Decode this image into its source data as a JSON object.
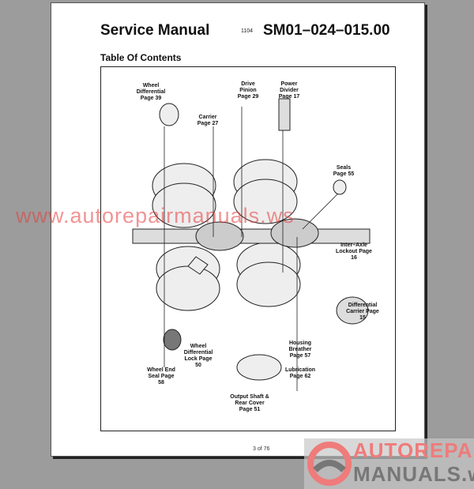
{
  "header": {
    "title": "Service Manual",
    "small_code": "1104",
    "doc_code": "SM01–024–015.00"
  },
  "section_title": "Table Of Contents",
  "labels": {
    "wheel_differential": "Wheel Differential Page 39",
    "carrier": "Carrier Page 27",
    "drive_pinion": "Drive Pinion Page 29",
    "power_divider": "Power Divider Page 17",
    "seals": "Seals Page 55",
    "inter_axle_lockout": "Inter–Axle Lockout Page 16",
    "differential_carrier": "Differential Carrier Page 15",
    "housing_breather": "Housing Breather Page 57",
    "lubrication": "Lubrication Page 62",
    "output_shaft": "Output Shaft & Rear Cover Page 51",
    "wheel_differential_lock": "Wheel Differential Lock Page 50",
    "wheel_end_seal": "Wheel End Seal Page 58"
  },
  "watermark": "www.autorepairmanuals.ws",
  "logo": {
    "line1": "AUTOREPAIR",
    "line2": "MANUALS.ws"
  },
  "page_number": "3 of 76"
}
